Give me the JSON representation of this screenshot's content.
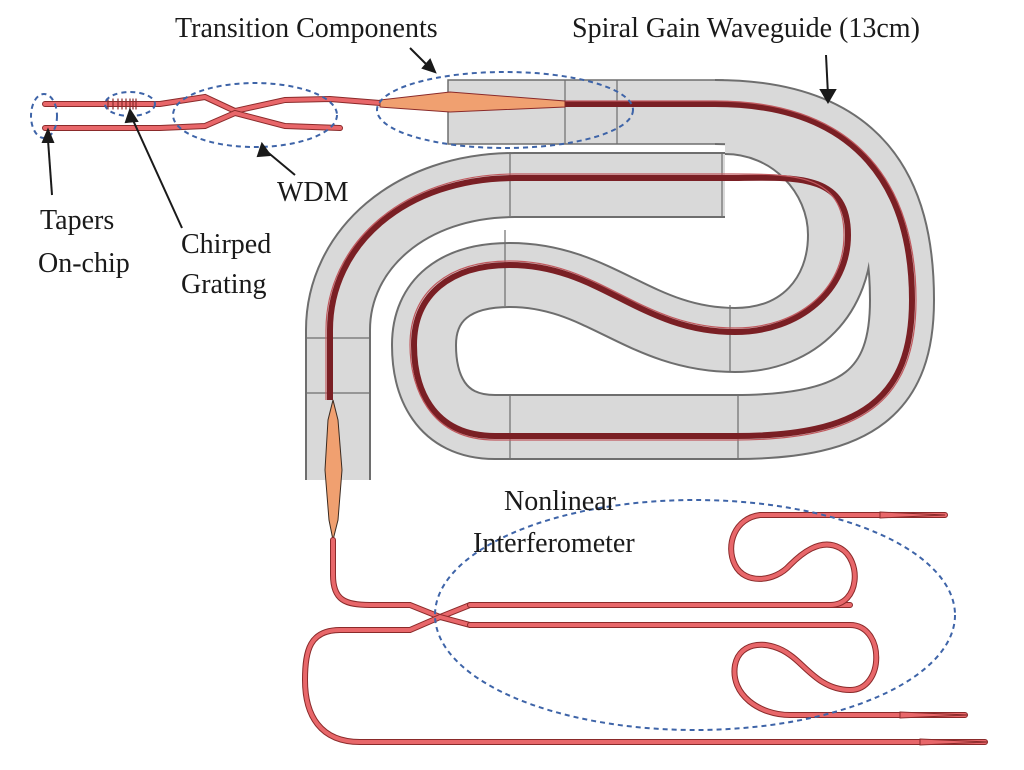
{
  "labels": {
    "transition": "Transition Components",
    "spiral": "Spiral Gain Waveguide (13cm)",
    "wdm": "WDM",
    "tapers_line1": "Tapers",
    "tapers_line2": "On-chip",
    "chirped_line1": "Chirped",
    "chirped_line2": "Grating",
    "nonlinear_line1": "Nonlinear",
    "nonlinear_line2": "Interferometer"
  },
  "colors": {
    "waveguide": "#e8676a",
    "waveguide_edge": "#8a2a2a",
    "gain_core": "#7a1f24",
    "substrate": "#d9d9d9",
    "substrate_edge": "#6e6e6e",
    "annotation_ellipse": "#3e64a8",
    "taper": "#f0a070"
  }
}
